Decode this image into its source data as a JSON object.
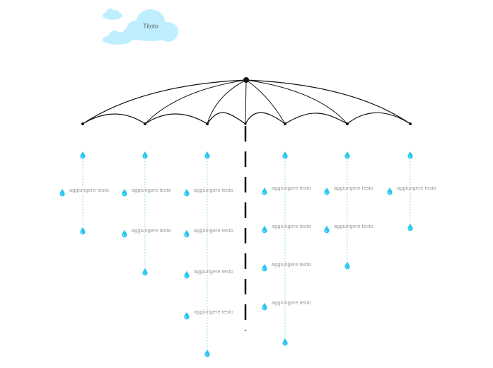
{
  "title": "Titolo",
  "colors": {
    "cloud": "#bfefff",
    "drop": "#29c6f0",
    "connector": "#9fdcf2",
    "umbrella": "#111111",
    "label": "#9a9a9a"
  },
  "icons": {
    "cloud": "cloud-icon",
    "drop": "raindrop-icon"
  },
  "branches": [
    {
      "id": "b1",
      "labels": [
        "aggiungere testo"
      ]
    },
    {
      "id": "b2",
      "labels": [
        "aggiungere testo",
        "aggiungere testo"
      ]
    },
    {
      "id": "b3",
      "labels": [
        "aggiungere testo",
        "aggiungere testo",
        "aggiungere testo",
        "aggiungere testo"
      ]
    },
    {
      "id": "b4",
      "labels": [
        "aggiungere testo",
        "aggiungere testo",
        "aggiungere testo",
        "aggiungere testo"
      ]
    },
    {
      "id": "b5",
      "labels": [
        "aggiungere testo",
        "aggiungere testo"
      ]
    },
    {
      "id": "b6",
      "labels": [
        "aggiungere testo"
      ]
    }
  ]
}
